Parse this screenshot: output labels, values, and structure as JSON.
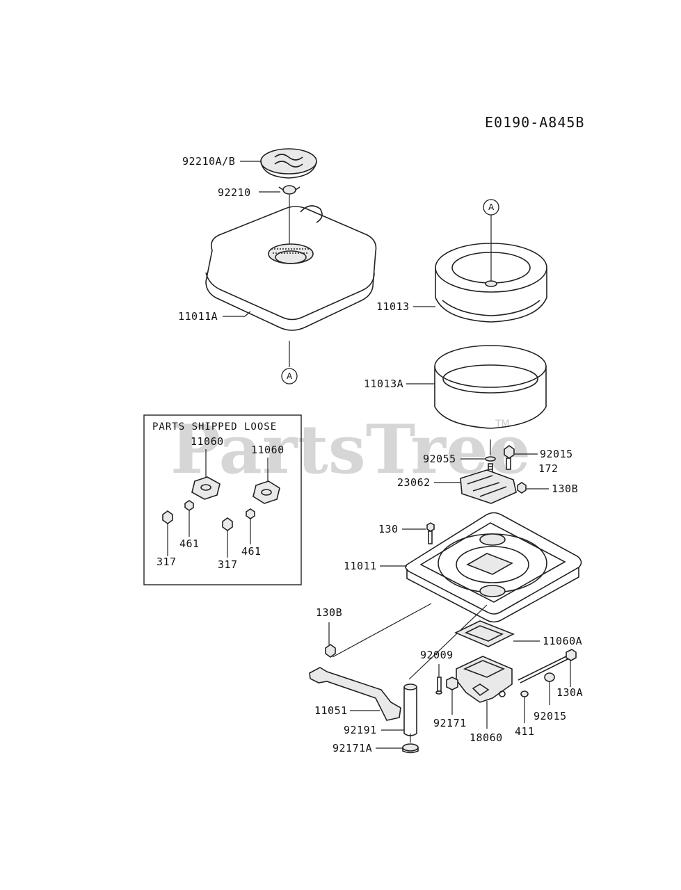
{
  "diagram_code": "E0190-A845B",
  "watermark": "PartsTree",
  "watermark_tm": "TM",
  "loose_box": {
    "title": "PARTS SHIPPED LOOSE",
    "labels": [
      "11060",
      "11060",
      "461",
      "461",
      "317",
      "317"
    ]
  },
  "ref_marker": "A",
  "part_labels": {
    "p92210AB": "92210A/B",
    "p92210": "92210",
    "p11011A": "11011A",
    "p11013": "11013",
    "p11013A": "11013A",
    "p92055": "92055",
    "p92015_top": "92015",
    "p172": "172",
    "p23062": "23062",
    "p130B_top": "130B",
    "p130": "130",
    "p11011": "11011",
    "p130B_left": "130B",
    "p11060A": "11060A",
    "p92009": "92009",
    "p130A": "130A",
    "p11051": "11051",
    "p92171": "92171",
    "p92015_bot": "92015",
    "p92191": "92191",
    "p18060": "18060",
    "p411": "411",
    "p92171A": "92171A"
  }
}
